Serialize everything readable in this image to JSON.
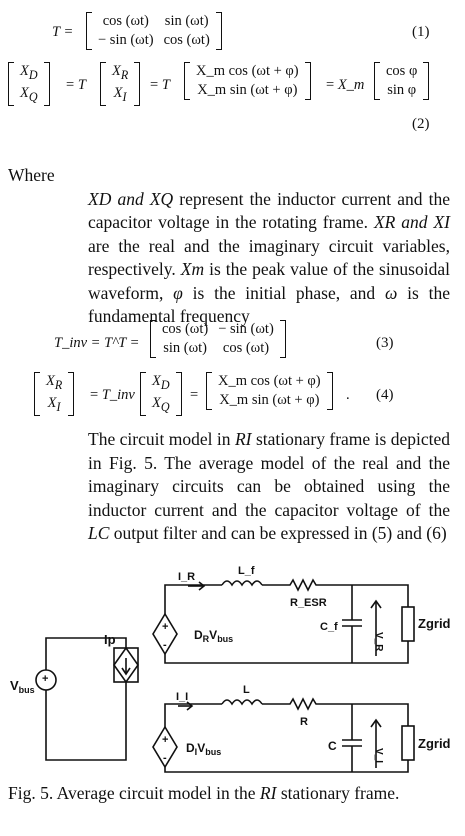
{
  "equations": {
    "eq1": {
      "lhs": "T",
      "r1c1": "cos (ωt)",
      "r1c2": "sin (ωt)",
      "r2c1": "− sin (ωt)",
      "r2c2": "cos (ωt)",
      "num": "(1)"
    },
    "eq2": {
      "v1a": "X",
      "v1a_sub": "D",
      "v1b": "X",
      "v1b_sub": "Q",
      "v2a": "X",
      "v2a_sub": "R",
      "v2b": "X",
      "v2b_sub": "I",
      "v3a": "X_m cos (ωt + φ)",
      "v3b": "X_m sin (ωt + φ)",
      "xm": "X_m",
      "v4a": "cos φ",
      "v4b": "sin φ",
      "eq": "=",
      "t": "T",
      "num": "(2)"
    },
    "eq3": {
      "lhs": "T_inv = T^T =",
      "r1c1": "cos (ωt)",
      "r1c2": "− sin (ωt)",
      "r2c1": "sin (ωt)",
      "r2c2": "cos (ωt)",
      "num": "(3)"
    },
    "eq4": {
      "tinv": "T_inv",
      "v3a": "X_m cos (ωt + φ)",
      "v3b": "X_m sin (ωt + φ)",
      "num": "(4)"
    }
  },
  "text": {
    "where": "Where",
    "p1_a": "XD and XQ",
    "p1_b": " represent the inductor current and the capacitor voltage in the rotating frame. ",
    "p1_c": "XR and XI",
    "p1_d": " are the real and the imaginary circuit variables, respectively. ",
    "p1_e": "Xm",
    "p1_f": " is the peak value of the sinusoidal waveform, ",
    "p1_g": "φ",
    "p1_h": " is the initial phase, and ",
    "p1_i": "ω",
    "p1_j": " is the fundamental frequency",
    "p2_a": "The circuit model in ",
    "p2_b": "RI",
    "p2_c": " stationary frame is depicted in Fig. 5. The average model of the real and the imaginary circuits can be obtained using the inductor current and the capacitor voltage of the ",
    "p2_d": "LC",
    "p2_e": " output filter and can be expressed in (5) and (6)",
    "cap_a": "Fig. 5. Average circuit model in the ",
    "cap_b": "RI",
    "cap_c": " stationary frame."
  },
  "circuit": {
    "vbus": "V",
    "vbus_sub": "bus",
    "ip": "Ip",
    "ir": "I_R",
    "lf": "L_f",
    "resr": "R_ESR",
    "cf": "C_f",
    "vr": "V_R",
    "zgrid": "Zgrid",
    "drvbus_a": "D",
    "drvbus_sub": "R",
    "drvbus_b": "V",
    "drvbus_sub2": "bus",
    "ii": "I_I",
    "l": "L",
    "r": "R",
    "c": "C",
    "vi": "V_I",
    "divbus_a": "D",
    "divbus_sub": "I",
    "divbus_b": "V",
    "divbus_sub2": "bus",
    "plus": "+",
    "minus": "-"
  }
}
